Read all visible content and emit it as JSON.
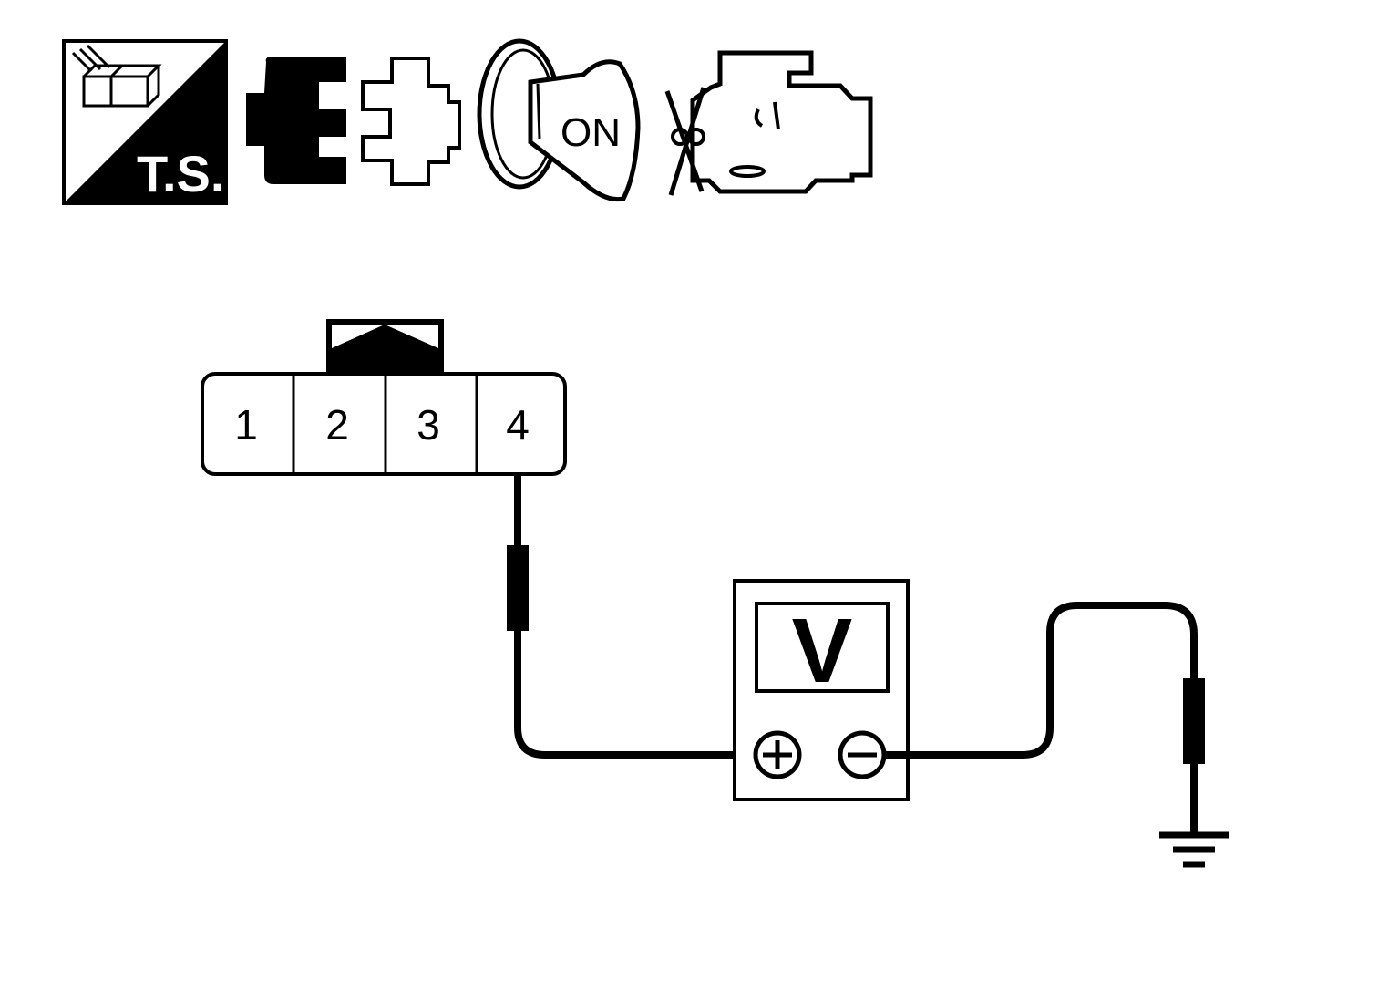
{
  "icons": {
    "test_symbol_label": "T.S.",
    "ignition_key_label": "ON"
  },
  "connector": {
    "pins": [
      "1",
      "2",
      "3",
      "4"
    ]
  },
  "meter": {
    "label": "V",
    "positive": "+",
    "negative": "−"
  },
  "colors": {
    "line": "#000000",
    "background": "#ffffff"
  }
}
